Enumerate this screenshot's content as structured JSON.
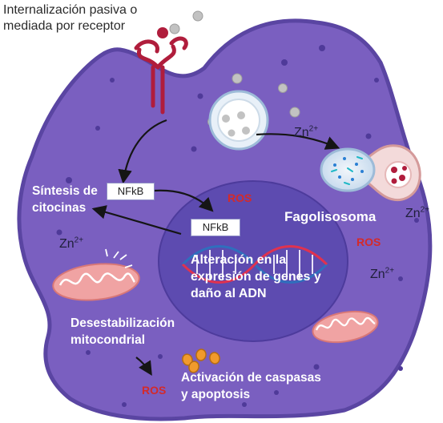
{
  "title_lines": [
    "Internalización pasiva o",
    "mediada por receptor"
  ],
  "labels": {
    "sintesis_lines": [
      "Síntesis de",
      "citocinas"
    ],
    "fagolisosoma": "Fagolisosoma",
    "alteracion_lines": [
      "Alteración en la",
      "expresión de genes y",
      "daño al ADN"
    ],
    "desestabilizacion_lines": [
      "Desestabilización",
      "mitocondrial"
    ],
    "activacion_lines": [
      "Activación de caspasas",
      "y apoptosis"
    ]
  },
  "boxes": {
    "nfkb_cyto": "NFkB",
    "nfkb_nucleus": "NFkB"
  },
  "ros": {
    "nucleus": "ROS",
    "right": "ROS",
    "bottom": "ROS"
  },
  "zinc": {
    "base": "Zn",
    "charge": "2+"
  },
  "colors": {
    "cell_fill": "#7a5fc0",
    "cell_border": "#5a45a2",
    "nucleus_fill": "#5d4bb0",
    "ros": "#d42a2a",
    "receptor": "#b01d3c"
  }
}
